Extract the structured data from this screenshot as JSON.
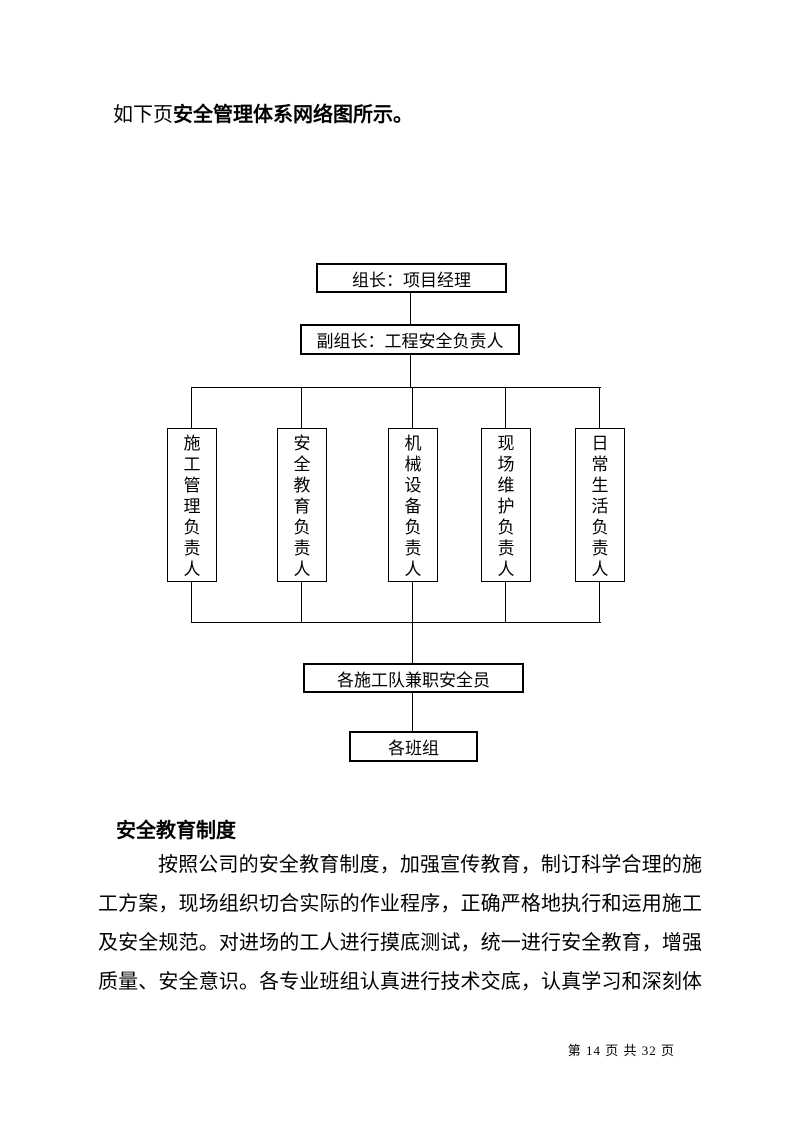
{
  "document": {
    "intro": {
      "prefix": "如下页",
      "bold": "安全管理体系网络图所示。"
    },
    "org_chart": {
      "leader": "组长：项目经理",
      "deputy": "副组长：工程安全负责人",
      "branches": [
        "施工管理负责人",
        "安全教育负责人",
        "机械设备负责人",
        "现场维护负责人",
        "日常生活负责人"
      ],
      "safety_officer": "各施工队兼职安全员",
      "team": "各班组"
    },
    "section": {
      "heading": "安全教育制度",
      "paragraph_lines": [
        "按照公司的安全教育制度，加强宣传教育，制订科学合理的施",
        "工方案，现场组织切合实际的作业程序，正确严格地执行和运用施工",
        "及安全规范。对进场的工人进行摸底测试，统一进行安全教育，增强",
        "质量、安全意识。各专业班组认真进行技术交底，认真学习和深刻体"
      ]
    },
    "footer": {
      "page_info": "第 14 页 共 32 页"
    }
  }
}
